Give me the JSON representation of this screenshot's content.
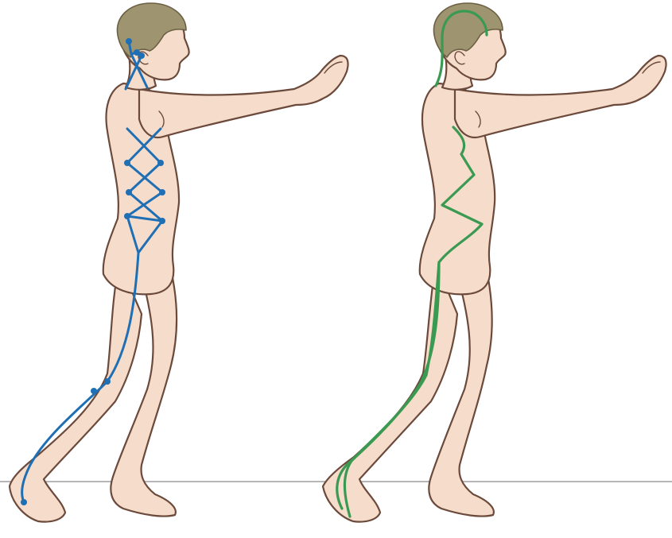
{
  "scene": {
    "colors": {
      "background": "#ffffff",
      "skin": "#f6dccb",
      "outline": "#6b4a3c",
      "hair": "#9e9470",
      "meridian_blue": "#1f6fb5",
      "meridian_green": "#3a9a52",
      "floor": "#8a8a8a"
    },
    "figures": [
      {
        "pose": "walking-arms-forward",
        "meridian_color": "blue",
        "has_dots": true
      },
      {
        "pose": "walking-arms-forward",
        "meridian_color": "green",
        "has_dots": false
      }
    ]
  }
}
